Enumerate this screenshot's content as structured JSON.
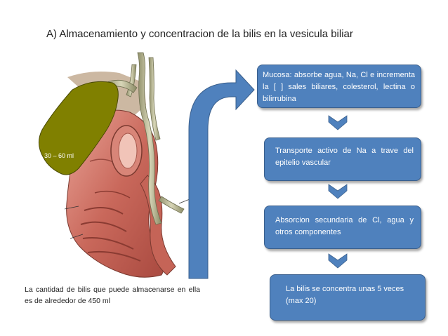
{
  "title": "A) Almacenamiento y concentracion de la bilis en la vesicula biliar",
  "volume_label": "30 – 60 ml",
  "note": "La cantidad de bilis que puede almacenarse en ella es de alrededor de 450 ml",
  "steps": [
    {
      "text": "Mucosa: absorbe agua, Na, Cl e incrementa la [ ] sales biliares, colesterol, lectina o bilirrubina"
    },
    {
      "text": "Transporte activo de Na a trave del epitelio vascular"
    },
    {
      "text": "Absorcion secundaria de Cl, agua y otros componentes"
    },
    {
      "text": "La bilis se concentra unas 5 veces (max 20)"
    }
  ],
  "colors": {
    "box_fill": "#4f81bd",
    "arrow_fill": "#4f81bd",
    "gallbladder": "#808000",
    "intestine": "#c96a5c"
  },
  "icons": {
    "flow_arrow": "curved-arrow-right",
    "step_connector": "chevron-down"
  }
}
